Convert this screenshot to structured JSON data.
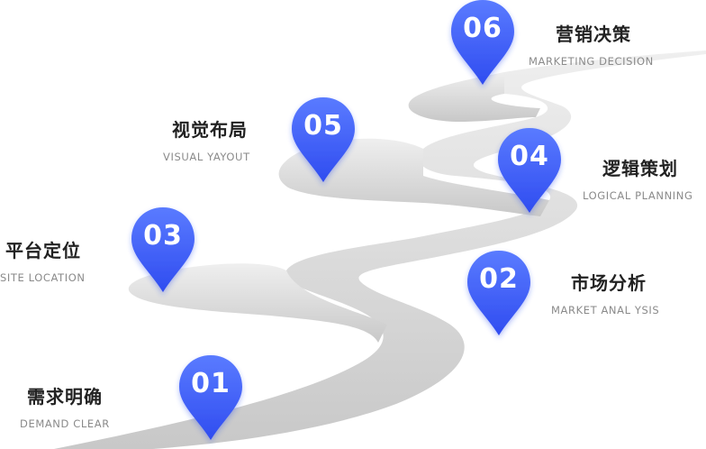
{
  "colors": {
    "pin_top": "#5a7bff",
    "pin_bottom": "#2f4cf0",
    "road_light": "#ececec",
    "road_dark": "#c9c9c9"
  },
  "steps": [
    {
      "number": "01",
      "title": "需求明确",
      "subtitle": "DEMAND CLEAR"
    },
    {
      "number": "02",
      "title": "市场分析",
      "subtitle": "MARKET ANAL YSIS"
    },
    {
      "number": "03",
      "title": "平台定位",
      "subtitle": "SITE LOCATION"
    },
    {
      "number": "04",
      "title": "逻辑策划",
      "subtitle": "LOGICAL PLANNING"
    },
    {
      "number": "05",
      "title": "视觉布局",
      "subtitle": "VISUAL YAYOUT"
    },
    {
      "number": "06",
      "title": "营销决策",
      "subtitle": "MARKETING DECISION"
    }
  ]
}
